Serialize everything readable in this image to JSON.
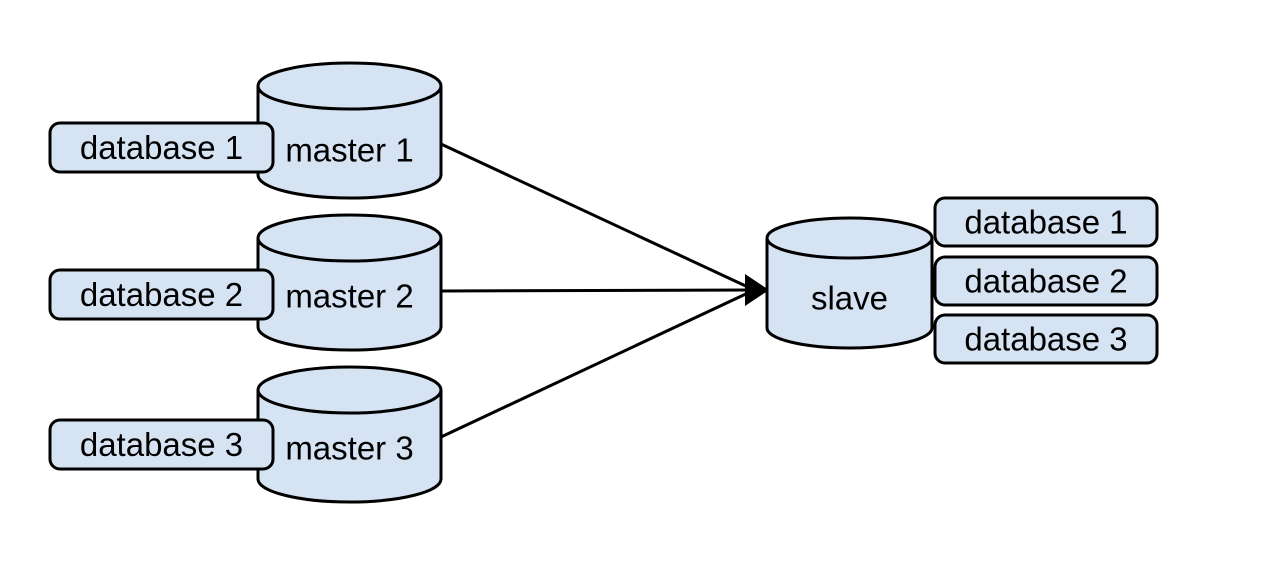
{
  "colors": {
    "shape_fill": "#d6e3f3",
    "shape_stroke": "#000000",
    "connector_color": "#000000",
    "background": "#ffffff"
  },
  "masters": [
    {
      "label": "master 1",
      "database_label": "database 1"
    },
    {
      "label": "master 2",
      "database_label": "database 2"
    },
    {
      "label": "master 3",
      "database_label": "database 3"
    }
  ],
  "slave": {
    "label": "slave",
    "database_labels": [
      "database 1",
      "database 2",
      "database 3"
    ]
  }
}
